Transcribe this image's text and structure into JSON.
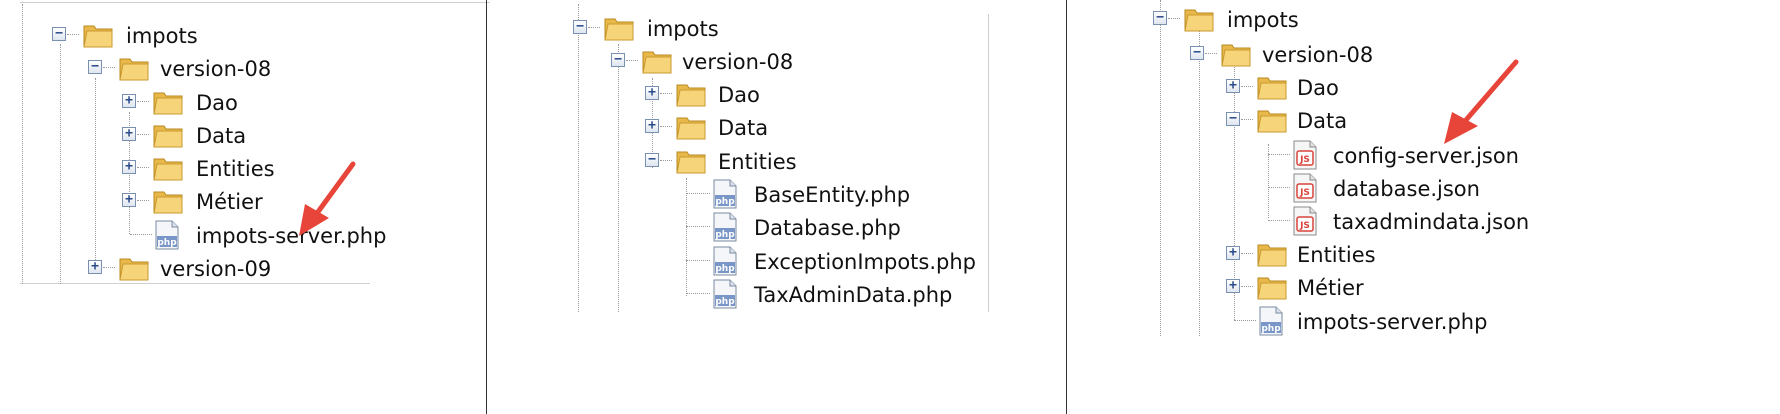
{
  "panel1": {
    "root": "impots",
    "version08": "version-08",
    "dao": "Dao",
    "data": "Data",
    "entities": "Entities",
    "metier": "Métier",
    "server_file": "impots-server.php",
    "version09": "version-09",
    "file_icon_text": "php"
  },
  "panel2": {
    "root": "impots",
    "version08": "version-08",
    "dao": "Dao",
    "data": "Data",
    "entities": "Entities",
    "files": [
      "BaseEntity.php",
      "Database.php",
      "ExceptionImpots.php",
      "TaxAdminData.php"
    ],
    "file_icon_text": "php"
  },
  "panel3": {
    "root": "impots",
    "version08": "version-08",
    "dao": "Dao",
    "data": "Data",
    "json_files": [
      "config-server.json",
      "database.json",
      "taxadmindata.json"
    ],
    "entities": "Entities",
    "metier": "Métier",
    "server_file": "impots-server.php",
    "json_icon_text": "JS",
    "file_icon_text": "php"
  },
  "icons": {
    "expanded": "−",
    "collapsed": "+"
  },
  "colors": {
    "arrow": "#e8453a",
    "folder": "#f2c75a",
    "separator": "#333333"
  }
}
